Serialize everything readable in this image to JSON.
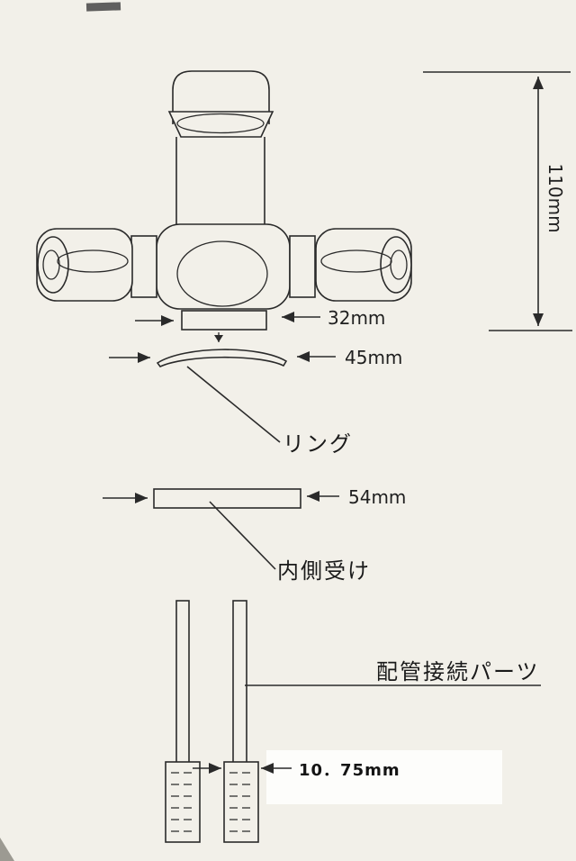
{
  "labels": {
    "height": "110mm",
    "base_width": "32mm",
    "ring_width": "45mm",
    "inner_width": "54mm",
    "pipe_width": "10．75mm",
    "ring": "リング",
    "inner_receiver": "内側受け",
    "pipe_parts": "配管接続パーツ"
  },
  "colors": {
    "paper": "#f2f0e9",
    "ink": "#2a2a2a"
  }
}
